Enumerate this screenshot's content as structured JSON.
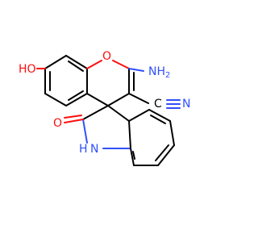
{
  "molecule": {
    "labels": {
      "hydroxyl": "HO",
      "ring_oxygen": "O",
      "amino": "NH",
      "amino_subscript": "2",
      "nitrile_carbon": "C",
      "nitrile_nitrogen": "N",
      "carbonyl_oxygen": "O",
      "lactam_nitrogen": "N",
      "lactam_hydrogen": "H"
    },
    "colors": {
      "bond": "#000000",
      "oxygen": "#ff0d0d",
      "nitrogen": "#3050f8",
      "carbon": "#000000",
      "background": "#ffffff"
    }
  }
}
